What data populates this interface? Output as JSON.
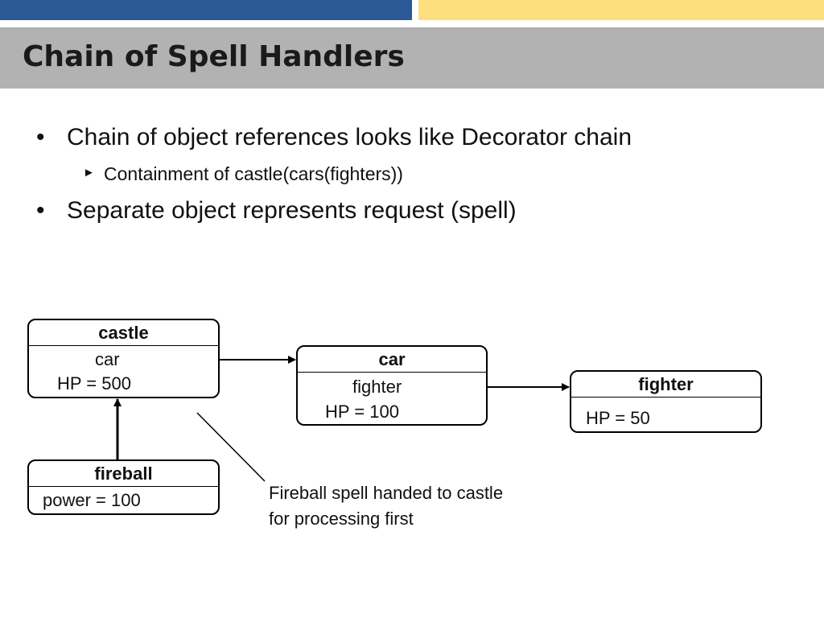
{
  "slide": {
    "title": "Chain of Spell Handlers",
    "bullets": [
      "Chain of object references looks like Decorator chain",
      "Containment of castle(cars(fighters))",
      "Separate object represents request (spell)"
    ],
    "bullet_symbol": "•",
    "sub_bullet_symbol": "►"
  },
  "diagram": {
    "castle": {
      "name": "castle",
      "ref": "car",
      "hp": "HP = 500"
    },
    "car": {
      "name": "car",
      "ref": "fighter",
      "hp": "HP = 100"
    },
    "fighter": {
      "name": "fighter",
      "hp": "HP = 50"
    },
    "fireball": {
      "name": "fireball",
      "power": "power = 100"
    },
    "caption_line1": "Fireball spell handed to castle",
    "caption_line2": "for processing first"
  },
  "colors": {
    "top_band_left": "#2b5a96",
    "top_band_right": "#fedf7d",
    "title_bar": "#b2b2b2"
  }
}
